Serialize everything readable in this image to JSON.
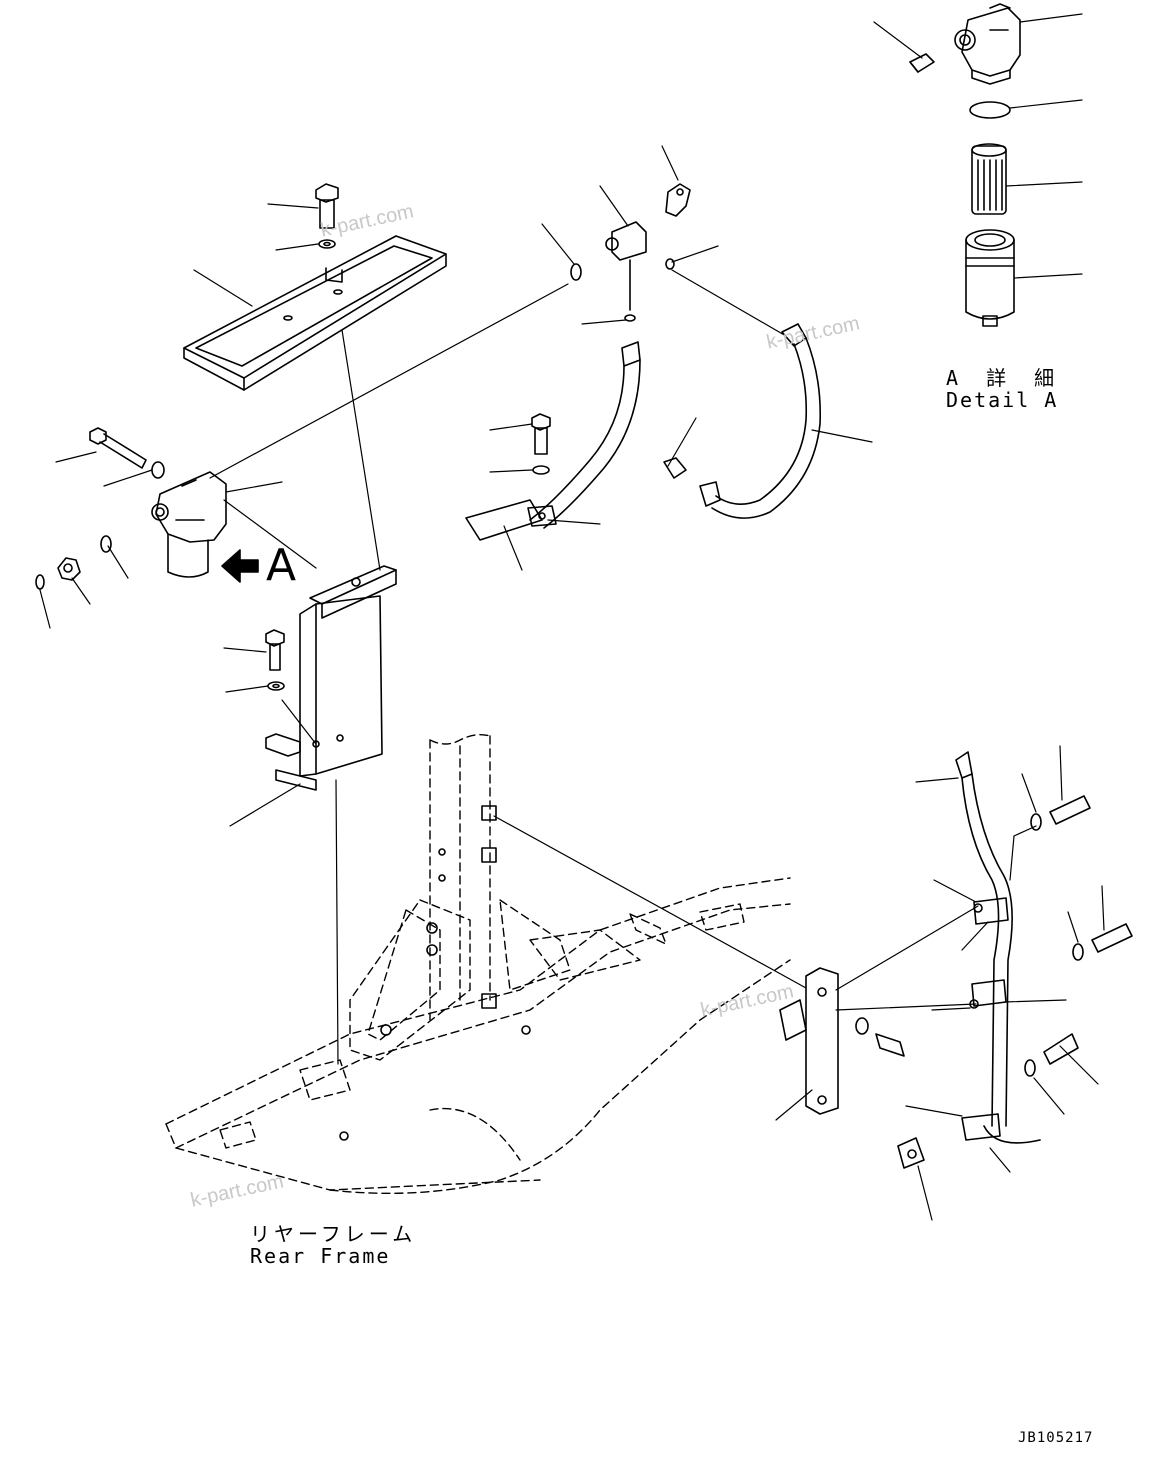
{
  "labels": {
    "detail_jp": "A 詳 細",
    "detail_en": "Detail A",
    "rear_frame_jp": "リヤーフレーム",
    "rear_frame_en": "Rear Frame",
    "view_marker": "A",
    "drawing_number": "JB105217"
  },
  "watermarks": [
    "k-part.com",
    "k-part.com",
    "k-part.com",
    "k-part.com"
  ],
  "colors": {
    "line": "#000000",
    "watermark": "#c8c8c8",
    "background": "#ffffff"
  }
}
